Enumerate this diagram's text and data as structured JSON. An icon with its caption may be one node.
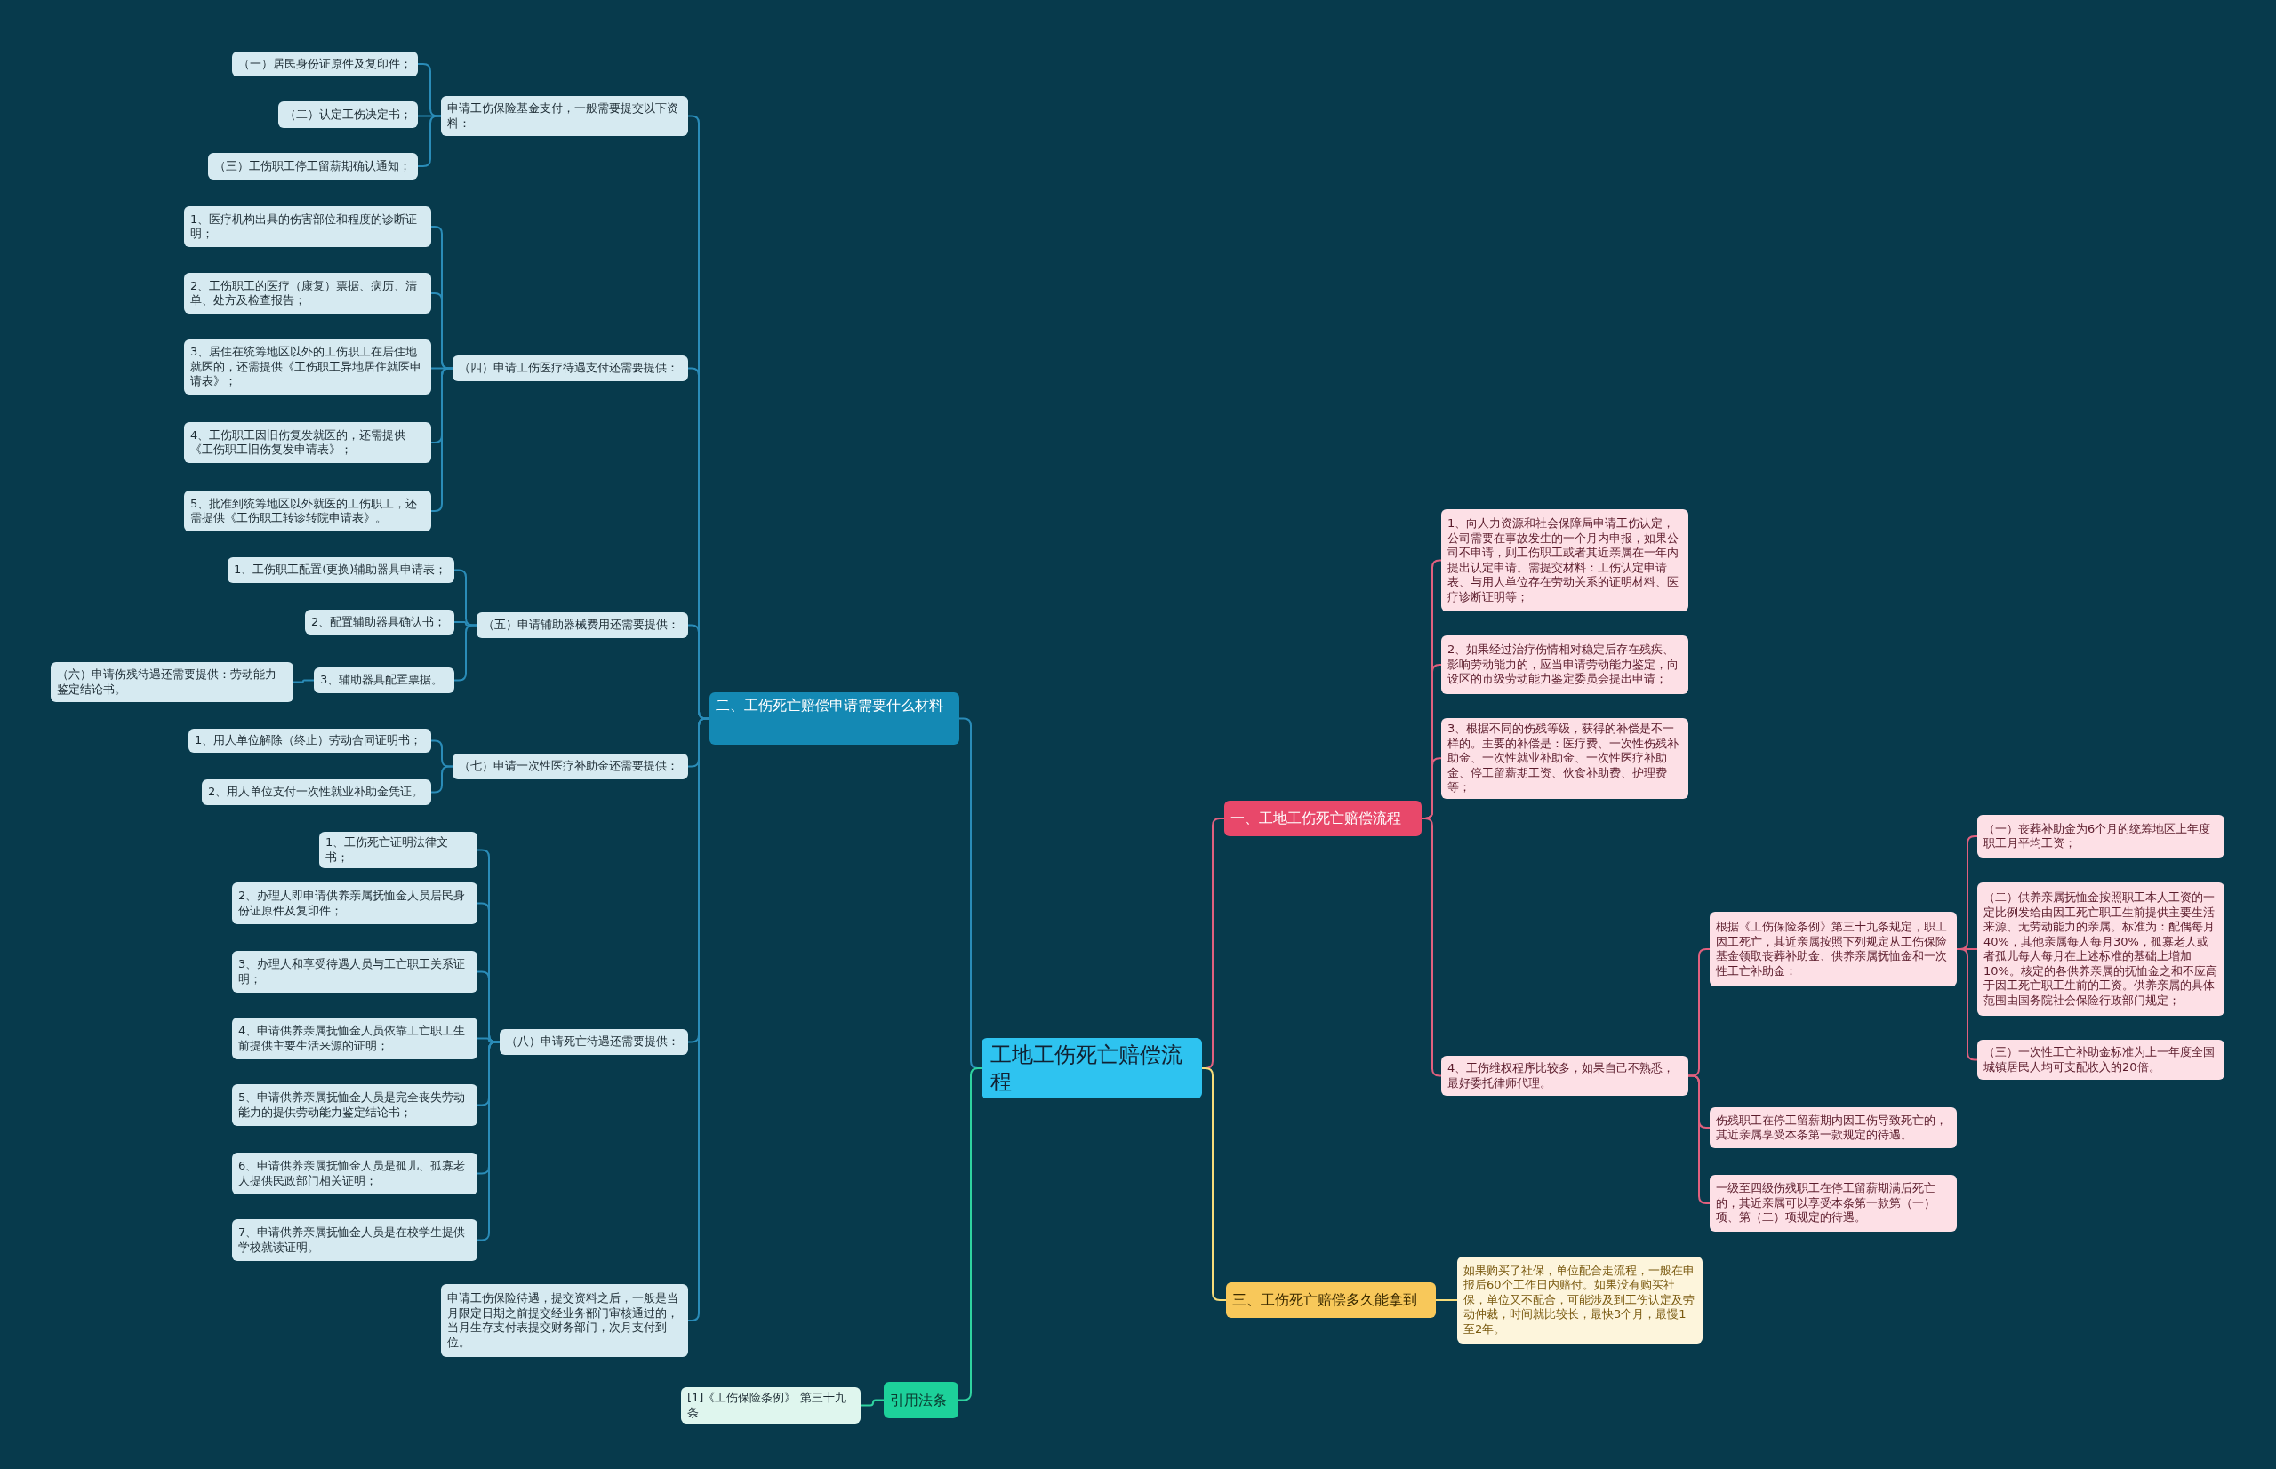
{
  "diagram": {
    "nodes": [
      {
        "text": [
          "工地工伤死亡赔偿流程"
        ]
      },
      {
        "text": [
          "一、工地工伤死亡赔偿流程"
        ]
      },
      {
        "text": [
          "1、向人力资源和社会保障局申请工伤认定，公司需要在事故发生的一个月内申报，如果公司不申请，则工伤职工或者其近亲属在一年内提出认定申请。需提交材料：工伤认定申请表、与用人单位存在劳动关系的证明材料、医疗诊断证明等；"
        ]
      },
      {
        "text": [
          "2、如果经过治疗伤情相对稳定后存在残疾、影响劳动能力的，应当申请劳动能力鉴定，向设区的市级劳动能力鉴定委员会提出申请；"
        ]
      },
      {
        "text": [
          "3、根据不同的伤残等级，获得的补偿是不一样的。主要的补偿是：医疗费、一次性伤残补助金、一次性就业补助金、一次性医疗补助金、停工留薪期工资、伙食补助费、护理费等；"
        ]
      },
      {
        "text": [
          "4、工伤维权程序比较多，如果自己不熟悉，最好委托律师代理。"
        ]
      },
      {
        "text": [
          "根据《工伤保险条例》第三十九条规定，职工因工死亡，其近亲属按照下列规定从工伤保险基金领取丧葬补助金、供养亲属抚恤金和一次性工亡补助金："
        ]
      },
      {
        "text": [
          "（一）丧葬补助金为6个月的统筹地区上年度职工月平均工资；"
        ]
      },
      {
        "text": [
          "（二）供养亲属抚恤金按照职工本人工资的一定比例发给由因工死亡职工生前提供主要生活来源、无劳动能力的亲属。标准为：配偶每月40%，其他亲属每人每月30%，孤寡老人或者孤儿每人每月在上述标准的基础上增加10%。核定的各供养亲属的抚恤金之和不应高于因工死亡职工生前的工资。供养亲属的具体范围由国务院社会保险行政部门规定；"
        ]
      },
      {
        "text": [
          "（三）一次性工亡补助金标准为上一年度全国城镇居民人均可支配收入的20倍。"
        ]
      },
      {
        "text": [
          "伤残职工在停工留薪期内因工伤导致死亡的，其近亲属享受本条第一款规定的待遇。"
        ]
      },
      {
        "text": [
          "一级至四级伤残职工在停工留薪期满后死亡的，其近亲属可以享受本条第一款第（一）项、第（二）项规定的待遇。"
        ]
      },
      {
        "text": [
          "三、工伤死亡赔偿多久能拿到"
        ]
      },
      {
        "text": [
          "如果购买了社保，单位配合走流程，一般在申报后60个工作日内赔付。如果没有购买社保，单位又不配合，可能涉及到工伤认定及劳动仲裁，时间就比较长，最快3个月，最慢1至2年。"
        ]
      },
      {
        "text": [
          "二、工伤死亡赔偿申请需要什么材料"
        ]
      },
      {
        "text": [
          "申请工伤保险基金支付，一般需要提交以下资料："
        ]
      },
      {
        "text": [
          "（一）居民身份证原件及复印件；"
        ]
      },
      {
        "text": [
          "（二）认定工伤决定书；"
        ]
      },
      {
        "text": [
          "（三）工伤职工停工留薪期确认通知；"
        ]
      },
      {
        "text": [
          "（四）申请工伤医疗待遇支付还需要提供："
        ]
      },
      {
        "text": [
          "1、医疗机构出具的伤害部位和程度的诊断证明；"
        ]
      },
      {
        "text": [
          "2、工伤职工的医疗（康复）票据、病历、清单、处方及检查报告；"
        ]
      },
      {
        "text": [
          "3、居住在统筹地区以外的工伤职工在居住地就医的，还需提供《工伤职工异地居住就医申请表》；"
        ]
      },
      {
        "text": [
          "4、工伤职工因旧伤复发就医的，还需提供《工伤职工旧伤复发申请表》；"
        ]
      },
      {
        "text": [
          "5、批准到统筹地区以外就医的工伤职工，还需提供《工伤职工转诊转院申请表》。"
        ]
      },
      {
        "text": [
          "（五）申请辅助器械费用还需要提供："
        ]
      },
      {
        "text": [
          "1、工伤职工配置(更换)辅助器具申请表；"
        ]
      },
      {
        "text": [
          "2、配置辅助器具确认书；"
        ]
      },
      {
        "text": [
          "3、辅助器具配置票据。"
        ]
      },
      {
        "text": [
          "（六）申请伤残待遇还需要提供：劳动能力鉴定结论书。"
        ]
      },
      {
        "text": [
          "（七）申请一次性医疗补助金还需要提供："
        ]
      },
      {
        "text": [
          "1、用人单位解除（终止）劳动合同证明书；"
        ]
      },
      {
        "text": [
          "2、用人单位支付一次性就业补助金凭证。"
        ]
      },
      {
        "text": [
          "（八）申请死亡待遇还需要提供："
        ]
      },
      {
        "text": [
          "1、工伤死亡证明法律文书；"
        ]
      },
      {
        "text": [
          "2、办理人即申请供养亲属抚恤金人员居民身份证原件及复印件；"
        ]
      },
      {
        "text": [
          "3、办理人和享受待遇人员与工亡职工关系证明；"
        ]
      },
      {
        "text": [
          "4、申请供养亲属抚恤金人员依靠工亡职工生前提供主要生活来源的证明；"
        ]
      },
      {
        "text": [
          "5、申请供养亲属抚恤金人员是完全丧失劳动能力的提供劳动能力鉴定结论书；"
        ]
      },
      {
        "text": [
          "6、申请供养亲属抚恤金人员是孤儿、孤寡老人提供民政部门相关证明；"
        ]
      },
      {
        "text": [
          "7、申请供养亲属抚恤金人员是在校学生提供学校就读证明。"
        ]
      },
      {
        "text": [
          "申请工伤保险待遇，提交资料之后，一般是当月限定日期之前提交经业务部门审核通过的，当月生存支付表提交财务部门，次月支付到位。"
        ]
      },
      {
        "text": [
          "引用法条"
        ]
      },
      {
        "text": [
          "[1]《工伤保险条例》 第三十九条"
        ]
      }
    ],
    "edges": [
      {
        "from": 0,
        "to": 1,
        "arrow": "none",
        "color": "#e0607e"
      },
      {
        "from": 1,
        "to": 2,
        "arrow": "none",
        "color": "#e0607e"
      },
      {
        "from": 1,
        "to": 3,
        "arrow": "none",
        "color": "#e0607e"
      },
      {
        "from": 1,
        "to": 4,
        "arrow": "none",
        "color": "#e0607e"
      },
      {
        "from": 1,
        "to": 5,
        "arrow": "none",
        "color": "#e0607e"
      },
      {
        "from": 5,
        "to": 6,
        "arrow": "none",
        "color": "#e0607e"
      },
      {
        "from": 6,
        "to": 7,
        "arrow": "none",
        "color": "#e0607e"
      },
      {
        "from": 6,
        "to": 8,
        "arrow": "none",
        "color": "#e0607e"
      },
      {
        "from": 6,
        "to": 9,
        "arrow": "none",
        "color": "#e0607e"
      },
      {
        "from": 5,
        "to": 10,
        "arrow": "none",
        "color": "#e0607e"
      },
      {
        "from": 5,
        "to": 11,
        "arrow": "none",
        "color": "#e0607e"
      },
      {
        "from": 0,
        "to": 12,
        "arrow": "none",
        "color": "#f6dc7a"
      },
      {
        "from": 12,
        "to": 13,
        "arrow": "none",
        "color": "#f6dc7a"
      },
      {
        "from": 0,
        "to": 14,
        "arrow": "none"
      },
      {
        "from": 14,
        "to": 15,
        "arrow": "none"
      },
      {
        "from": 15,
        "to": 16,
        "arrow": "none"
      },
      {
        "from": 15,
        "to": 17,
        "arrow": "none"
      },
      {
        "from": 15,
        "to": 18,
        "arrow": "none"
      },
      {
        "from": 14,
        "to": 19,
        "arrow": "none"
      },
      {
        "from": 19,
        "to": 20,
        "arrow": "none"
      },
      {
        "from": 19,
        "to": 21,
        "arrow": "none"
      },
      {
        "from": 19,
        "to": 22,
        "arrow": "none"
      },
      {
        "from": 19,
        "to": 23,
        "arrow": "none"
      },
      {
        "from": 19,
        "to": 24,
        "arrow": "none"
      },
      {
        "from": 14,
        "to": 25,
        "arrow": "none"
      },
      {
        "from": 25,
        "to": 26,
        "arrow": "none"
      },
      {
        "from": 25,
        "to": 27,
        "arrow": "none"
      },
      {
        "from": 25,
        "to": 28,
        "arrow": "none"
      },
      {
        "from": 28,
        "to": 29,
        "arrow": "none"
      },
      {
        "from": 14,
        "to": 30,
        "arrow": "none"
      },
      {
        "from": 30,
        "to": 31,
        "arrow": "none"
      },
      {
        "from": 30,
        "to": 32,
        "arrow": "none"
      },
      {
        "from": 14,
        "to": 33,
        "arrow": "none"
      },
      {
        "from": 33,
        "to": 34,
        "arrow": "none"
      },
      {
        "from": 33,
        "to": 35,
        "arrow": "none"
      },
      {
        "from": 33,
        "to": 36,
        "arrow": "none"
      },
      {
        "from": 33,
        "to": 37,
        "arrow": "none"
      },
      {
        "from": 33,
        "to": 38,
        "arrow": "none"
      },
      {
        "from": 33,
        "to": 39,
        "arrow": "none"
      },
      {
        "from": 33,
        "to": 40,
        "arrow": "none"
      },
      {
        "from": 14,
        "to": 41,
        "arrow": "none"
      },
      {
        "from": 0,
        "to": 42,
        "arrow": "none",
        "color": "#2fd3a0"
      },
      {
        "from": 42,
        "to": 43,
        "arrow": "none",
        "color": "#2fd3a0"
      }
    ]
  }
}
